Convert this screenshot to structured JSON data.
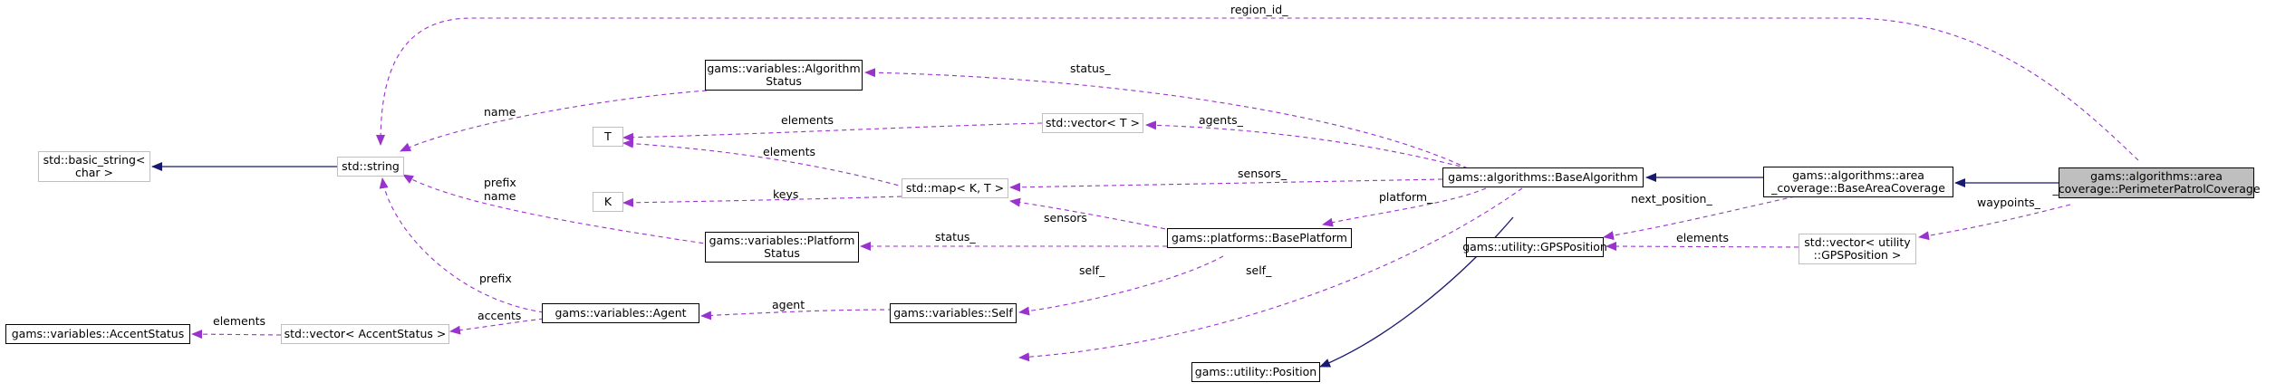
{
  "diagram": {
    "nodes": {
      "perimeter": [
        "gams::algorithms::area",
        "_coverage::PerimeterPatrolCoverage"
      ],
      "base_area": [
        "gams::algorithms::area",
        "_coverage::BaseAreaCoverage"
      ],
      "base_algorithm": [
        "gams::algorithms::BaseAlgorithm"
      ],
      "vec_gps": [
        "std::vector< utility",
        "::GPSPosition >"
      ],
      "gps_position": [
        "gams::utility::GPSPosition"
      ],
      "position": [
        "gams::utility::Position"
      ],
      "algorithm_status": [
        "gams::variables::Algorithm",
        "Status"
      ],
      "vec_t": [
        "std::vector< T >"
      ],
      "map_kt": [
        "std::map< K, T >"
      ],
      "base_platform": [
        "gams::platforms::BasePlatform"
      ],
      "platform_status": [
        "gams::variables::Platform",
        "Status"
      ],
      "self": [
        "gams::variables::Self"
      ],
      "agent": [
        "gams::variables::Agent"
      ],
      "vec_accent": [
        "std::vector< AccentStatus >"
      ],
      "accent_status": [
        "gams::variables::AccentStatus"
      ],
      "string": [
        "std::string"
      ],
      "basic_string": [
        "std::basic_string<",
        "char >"
      ],
      "t": [
        "T"
      ],
      "k": [
        "K"
      ]
    },
    "edge_labels": {
      "region_id": "region_id_",
      "status": "status_",
      "agents": "agents_",
      "sensors": "sensors_",
      "platform": "platform_",
      "next_position": "next_position_",
      "waypoints": "waypoints_",
      "elements_gps": "elements",
      "self_a": "self_",
      "self_b": "self_",
      "agent": "agent",
      "accents": "accents",
      "elements_accent": "elements",
      "elements_t_vec": "elements",
      "elements_t_map": "elements",
      "keys": "keys",
      "sensors_plat": "sensors",
      "status_plat": "status_",
      "name": "name",
      "prefix_name": "prefix\nname",
      "prefix": "prefix",
      "prefix_agent": "prefix"
    },
    "colors": {
      "inheritance": "#191970",
      "usage": "#9a32cd",
      "focus_fill": "#bfbfbf",
      "ghost_border": "#bfbfbf"
    }
  }
}
